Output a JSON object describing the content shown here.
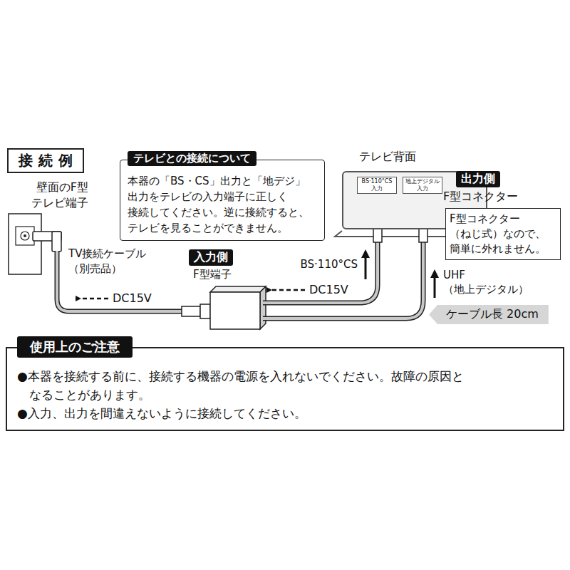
{
  "diagram": {
    "nodes": [
      {
        "text": [
          "接続例"
        ]
      },
      {
        "text": [
          "テレビとの接続について",
          "本器の「BS・CS」出力と「地デジ」 出力をテレビの入力端子に正しく 接続してください。逆に接続すると、 テレビを見ることができません。"
        ]
      },
      {
        "text": [
          "テレビ背面"
        ]
      },
      {
        "text": [
          "BS·110°CS 入力"
        ],
        "in": 2
      },
      {
        "text": [
          "地上デジタル 入力"
        ],
        "in": 2
      },
      {
        "text": [
          "出力側"
        ]
      },
      {
        "text": [
          "F型コネクター （ねじ式）なので、 簡単に外れません。"
        ]
      },
      {
        "text": [
          "入力側"
        ]
      },
      {
        "text": [
          "ケーブル長 20cm"
        ]
      },
      {
        "text": [
          "使用上のご注意",
          "●本器を接続する前に、接続する機器の電源を入れないでください。故障の原因と なることがあります。",
          "●入力、出力を間違えないように接続してください。"
        ]
      }
    ],
    "labels": [
      "壁面のF型 テレビ端子",
      "TV接続ケーブル （別売品）",
      "DC15V",
      "DC15V",
      "F型端子",
      "F型コネクター",
      "BS·110°CS",
      "UHF （地上デジタル）"
    ]
  }
}
